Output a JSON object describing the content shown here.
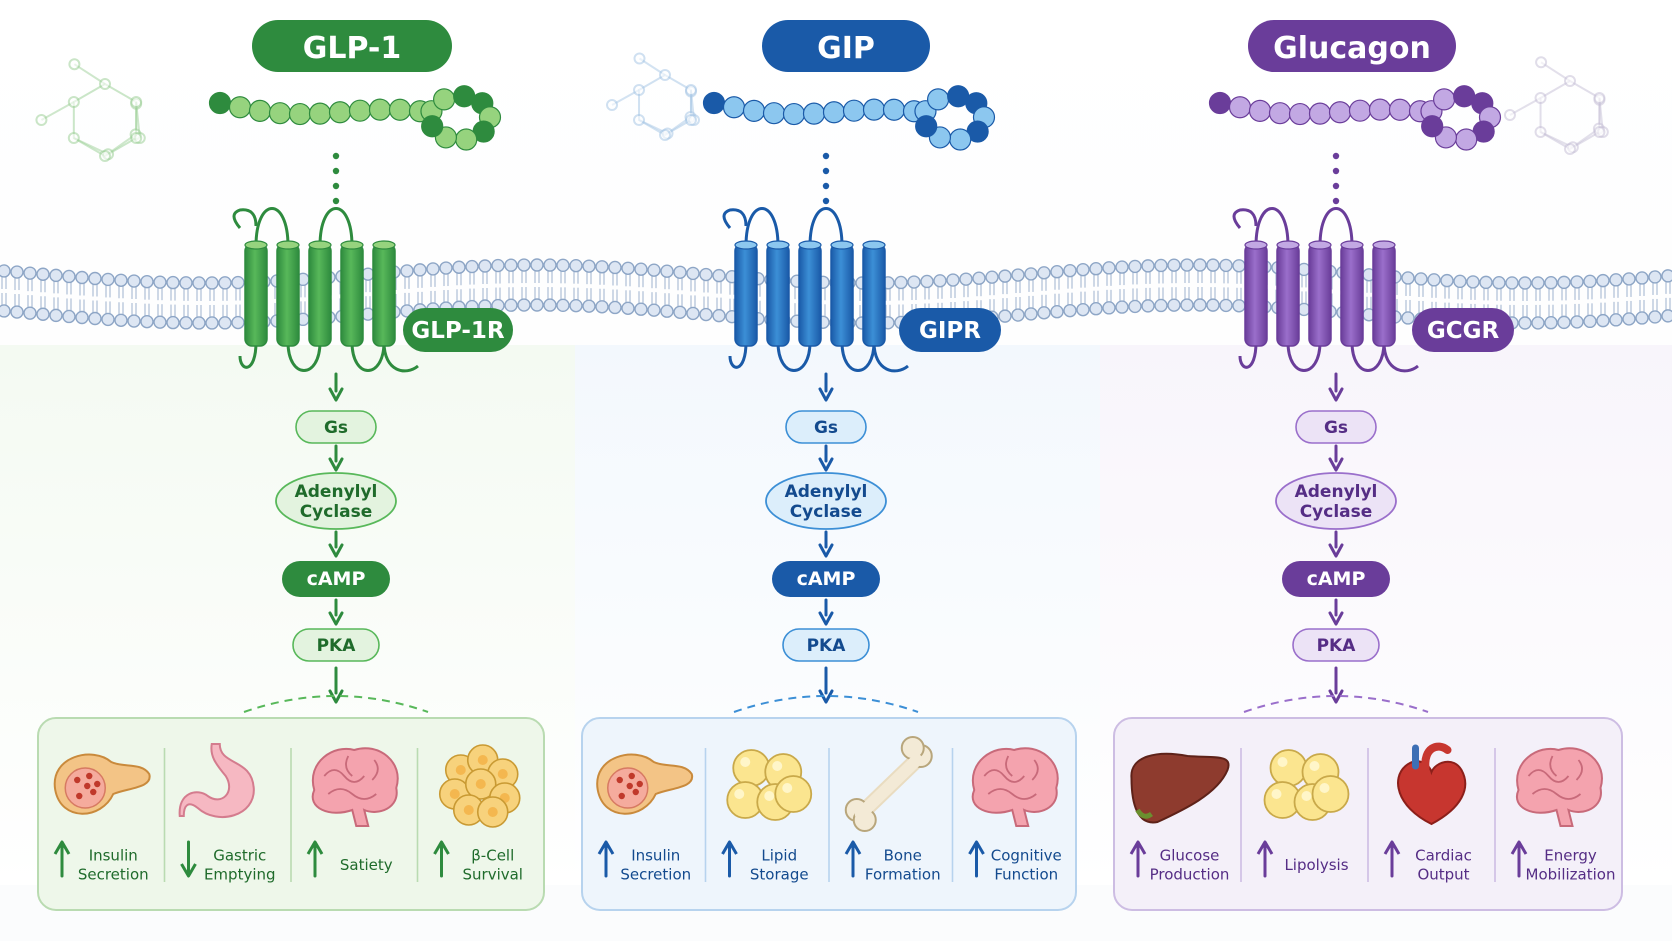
{
  "pathways": [
    {
      "id": "glp1",
      "hormone": "GLP-1",
      "receptor": "GLP-1R",
      "steps": [
        "Gs",
        "Adenylyl\nCyclase",
        "cAMP",
        "PKA"
      ],
      "colors": {
        "dark": "#2e8b3e",
        "mid": "#58b85a",
        "light": "#e3f3df",
        "panel": "#eef7ea",
        "border": "#b9dbb1",
        "text": "#1f6b2b",
        "pale": "#96d37e",
        "tint": "#f4faf2"
      },
      "effects": [
        {
          "icon": "pancreas-icon",
          "arrow": "up",
          "label": "Insulin\nSecretion"
        },
        {
          "icon": "stomach-icon",
          "arrow": "down",
          "label": "Gastric\nEmptying"
        },
        {
          "icon": "brain-icon",
          "arrow": "up",
          "label": "Satiety"
        },
        {
          "icon": "beta-cell-icon",
          "arrow": "up",
          "label": "β-Cell\nSurvival"
        }
      ]
    },
    {
      "id": "gip",
      "hormone": "GIP",
      "receptor": "GIPR",
      "steps": [
        "Gs",
        "Adenylyl\nCyclase",
        "cAMP",
        "PKA"
      ],
      "colors": {
        "dark": "#1a5aa8",
        "mid": "#3c8fd6",
        "light": "#dceefb",
        "panel": "#eef5fc",
        "border": "#b7d3ee",
        "text": "#134a8e",
        "pale": "#8cc7ef",
        "tint": "#f3f8fd"
      },
      "effects": [
        {
          "icon": "pancreas-icon",
          "arrow": "up",
          "label": "Insulin\nSecretion"
        },
        {
          "icon": "fat-cells-icon",
          "arrow": "up",
          "label": "Lipid\nStorage"
        },
        {
          "icon": "bone-icon",
          "arrow": "up",
          "label": "Bone\nFormation"
        },
        {
          "icon": "brain-icon",
          "arrow": "up",
          "label": "Cognitive\nFunction"
        }
      ]
    },
    {
      "id": "glucagon",
      "hormone": "Glucagon",
      "receptor": "GCGR",
      "steps": [
        "Gs",
        "Adenylyl\nCyclase",
        "cAMP",
        "PKA"
      ],
      "colors": {
        "dark": "#6a3d9a",
        "mid": "#9a6fcb",
        "light": "#ece3f6",
        "panel": "#f4f0f9",
        "border": "#cdbde3",
        "text": "#552d85",
        "pale": "#c2a8e3",
        "tint": "#f8f5fb"
      },
      "effects": [
        {
          "icon": "liver-icon",
          "arrow": "up",
          "label": "Glucose\nProduction"
        },
        {
          "icon": "fat-cells-icon",
          "arrow": "up",
          "label": "Lipolysis"
        },
        {
          "icon": "heart-icon",
          "arrow": "up",
          "label": "Cardiac\nOutput"
        },
        {
          "icon": "brain-icon",
          "arrow": "up",
          "label": "Energy\nMobilization"
        }
      ]
    }
  ]
}
